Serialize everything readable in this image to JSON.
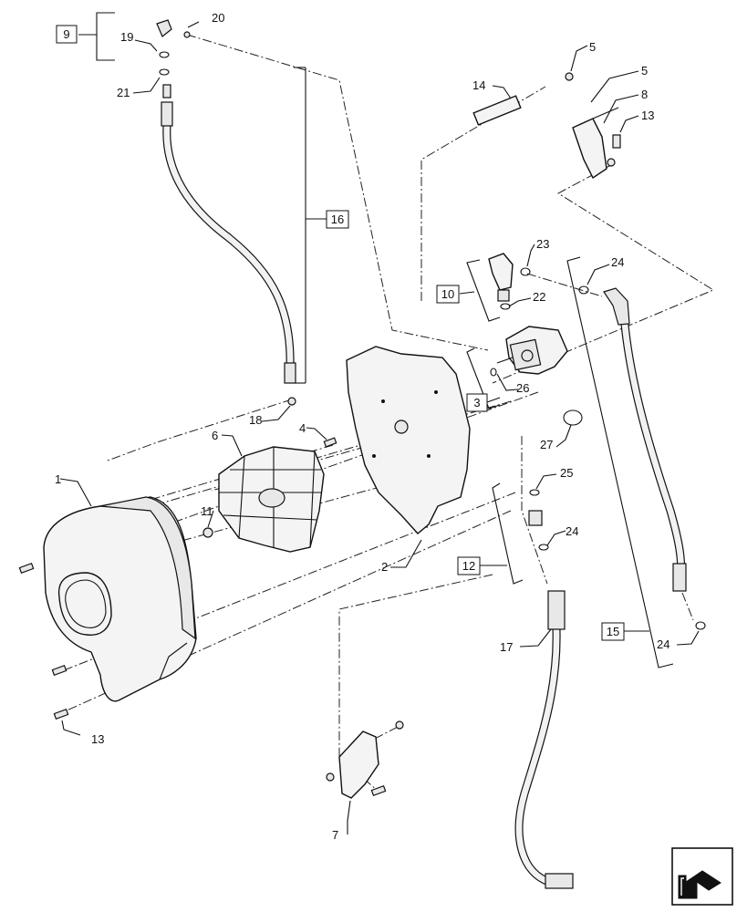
{
  "diagram": {
    "callouts": {
      "c1": "1",
      "c2": "2",
      "c3": "3",
      "c4": "4",
      "c5a": "5",
      "c5b": "5",
      "c6": "6",
      "c7": "7",
      "c8": "8",
      "c9": "9",
      "c10": "10",
      "c11": "11",
      "c12": "12",
      "c13a": "13",
      "c13b": "13",
      "c14": "14",
      "c15": "15",
      "c16": "16",
      "c17": "17",
      "c18": "18",
      "c19": "19",
      "c20": "20",
      "c21": "21",
      "c22": "22",
      "c23": "23",
      "c24a": "24",
      "c24b": "24",
      "c24c": "24",
      "c25": "25",
      "c26": "26",
      "c27": "27"
    },
    "icons": {
      "navigation": "back-arrow-icon",
      "fastener": "bolt-icon",
      "nut": "nut-icon"
    }
  }
}
